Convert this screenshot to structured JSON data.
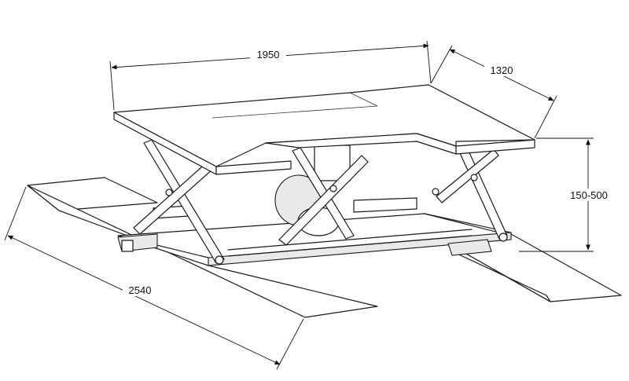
{
  "diagram": {
    "dimensions": {
      "top_width": "1950",
      "top_depth": "1320",
      "height_range": "150-500",
      "ramp_length": "2540"
    }
  }
}
